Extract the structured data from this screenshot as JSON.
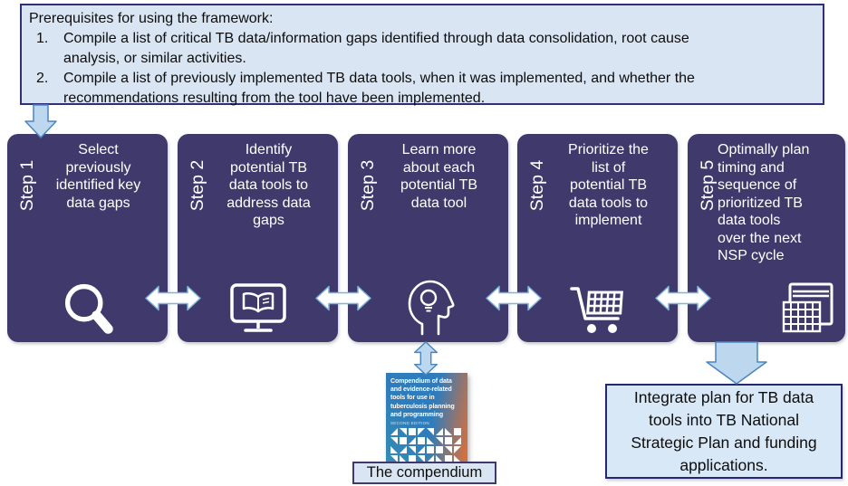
{
  "colors": {
    "step_box": "#3F3A6B",
    "light_blue_fill": "#D9E5F3",
    "dark_border": "#312F77",
    "arrow_fill": "#BDD7EE",
    "arrow_border": "#4A86C0",
    "white_arrow_border": "#7FB2DE",
    "cover_blue": "#2E7CBC",
    "cover_orange": "#D5703E",
    "cover_teal": "#2FA8B3"
  },
  "prerequisites": {
    "title": "Prerequisites for using the framework:",
    "items": [
      {
        "number": "1.",
        "text": "Compile a list of critical TB data/information gaps identified through data consolidation, root cause\nanalysis, or similar activities."
      },
      {
        "number": "2.",
        "text": "Compile a list of previously implemented TB data tools, when it was implemented, and whether the\nrecommendations resulting from the tool have been implemented."
      }
    ]
  },
  "steps": [
    {
      "label": "Step 1",
      "text": "Select\npreviously\nidentified key\ndata gaps",
      "icon": "magnifier-icon"
    },
    {
      "label": "Step 2",
      "text": "Identify\npotential TB\ndata tools to\naddress data\ngaps",
      "icon": "monitor-book-icon"
    },
    {
      "label": "Step 3",
      "text": "Learn more\nabout each\npotential TB\ndata tool",
      "icon": "head-lightbulb-icon"
    },
    {
      "label": "Step 4",
      "text": "Prioritize the\nlist of\npotential TB\ndata tools to\nimplement",
      "icon": "shopping-cart-icon"
    },
    {
      "label": "Step 5",
      "text": "Optimally plan\ntiming and\nsequence of\nprioritized TB\ndata tools\nover the next\nNSP cycle",
      "icon": "calendar-icon"
    }
  ],
  "compendium": {
    "cover_title": "Compendium of data and evidence-related tools for use in tuberculosis planning and programming",
    "cover_edition": "SECOND EDITION",
    "caption": "The compendium"
  },
  "integration": {
    "text": "Integrate plan for TB data\ntools into TB National\nStrategic Plan and funding\napplications."
  }
}
